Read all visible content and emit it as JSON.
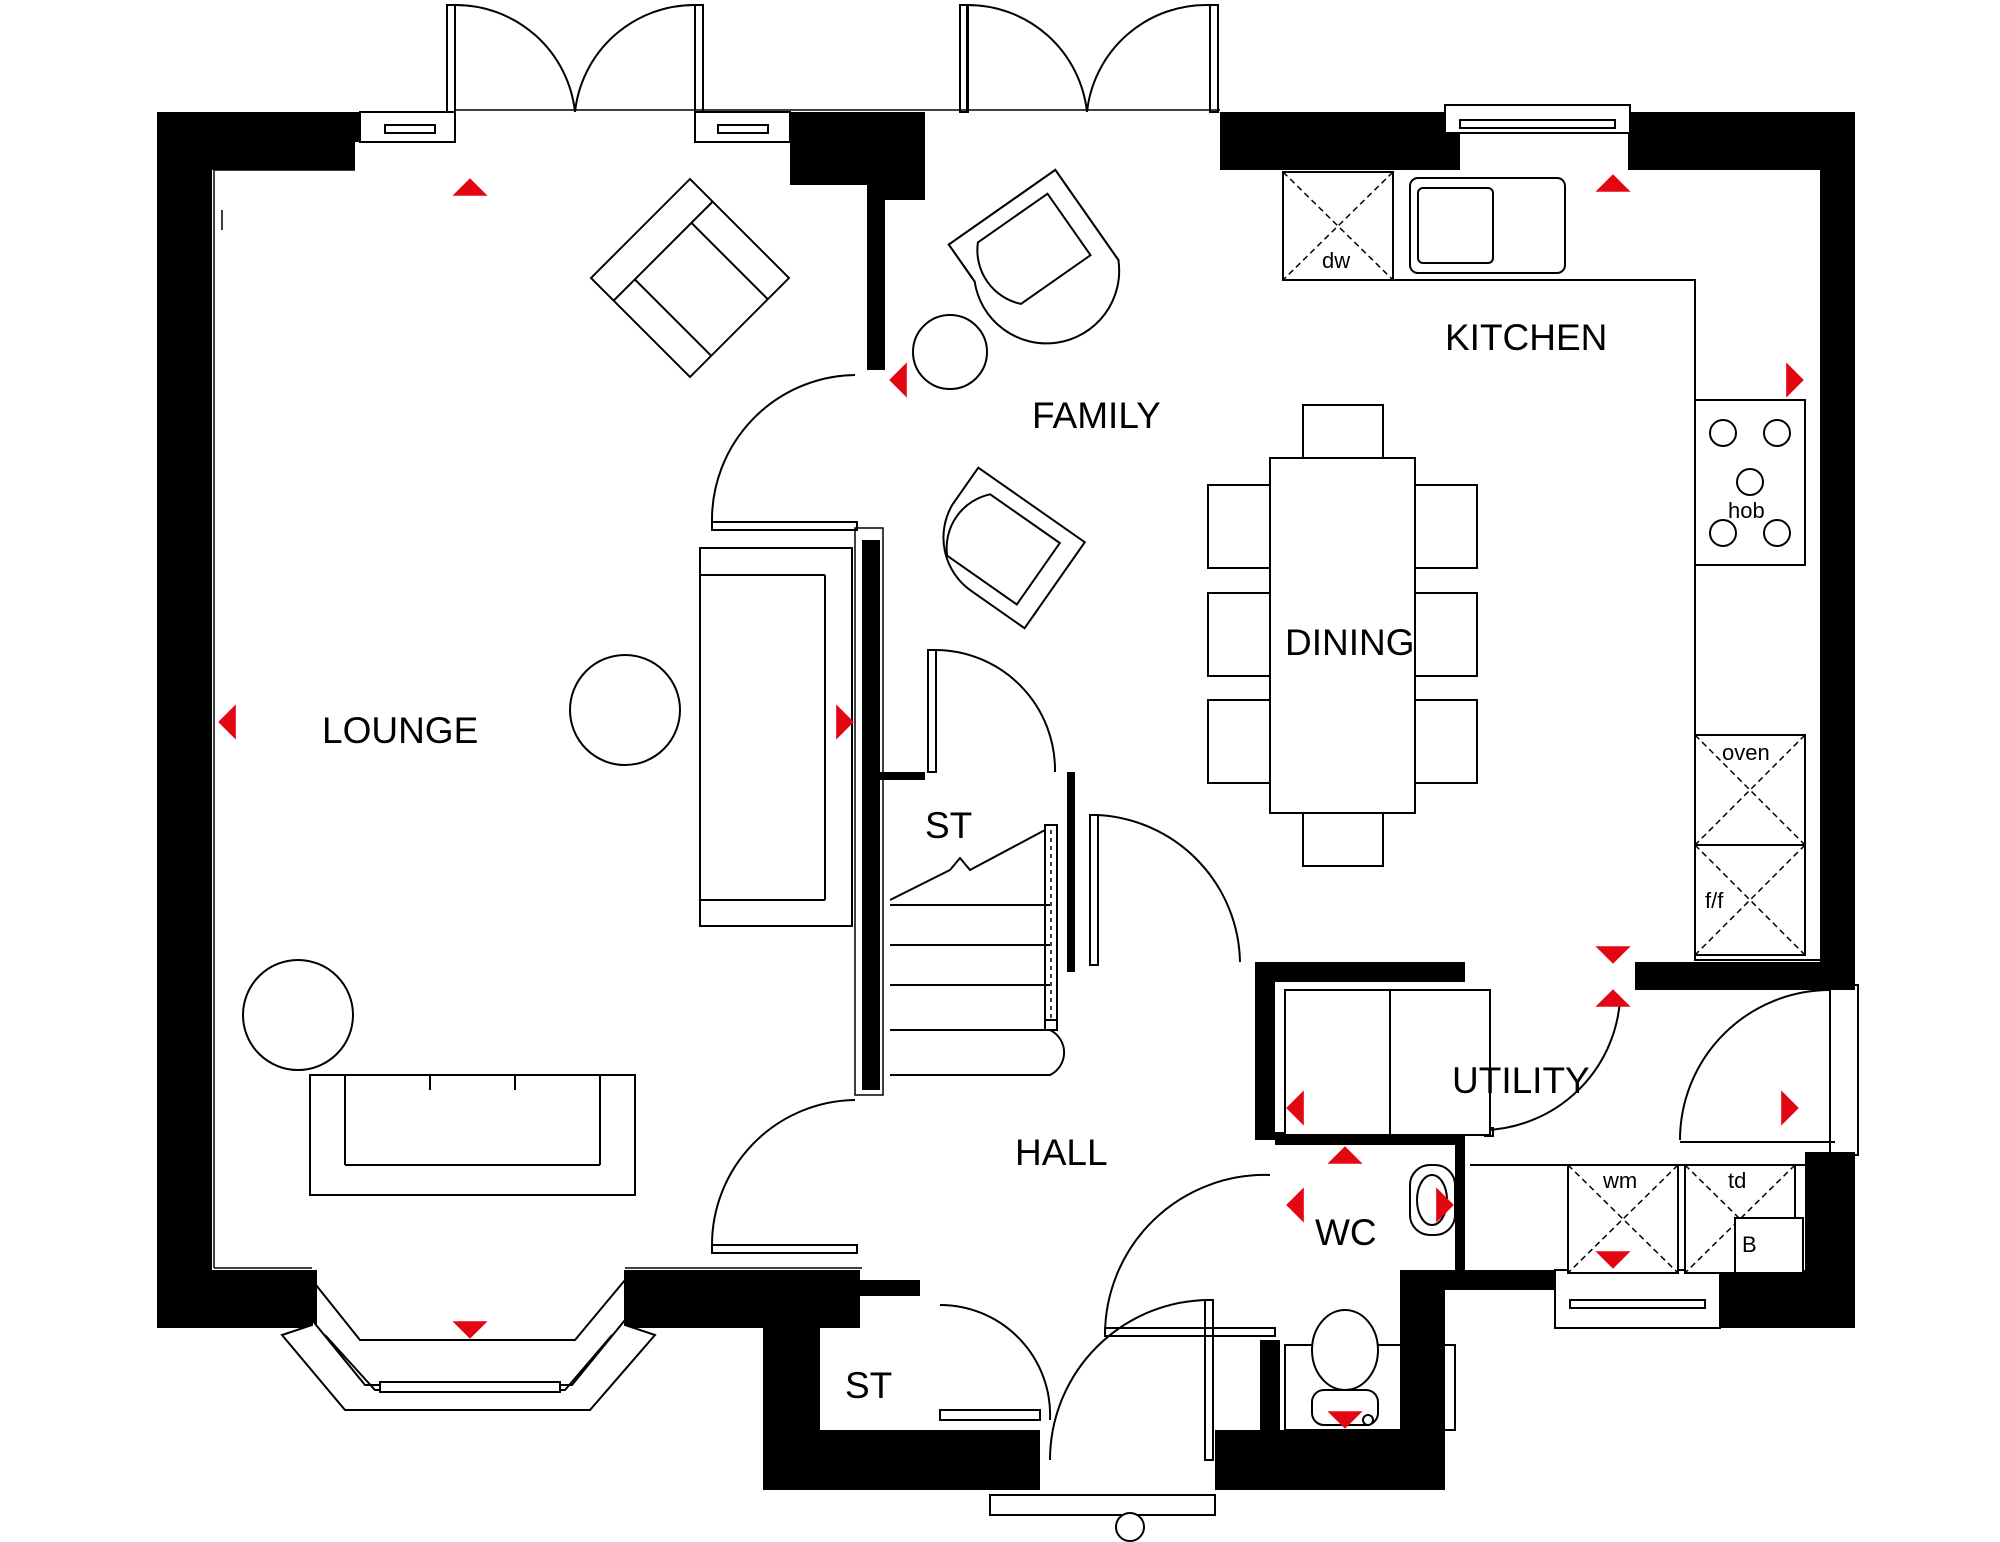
{
  "rooms": {
    "lounge": "LOUNGE",
    "family": "FAMILY",
    "kitchen": "KITCHEN",
    "dining": "DINING",
    "hall": "HALL",
    "utility": "UTILITY",
    "wc": "WC",
    "store_upper": "ST",
    "store_lower": "ST"
  },
  "appliances": {
    "dishwasher": "dw",
    "hob": "hob",
    "oven": "oven",
    "fridge_freezer": "f/f",
    "washing_machine": "wm",
    "tumble_dryer": "td",
    "boiler": "B"
  },
  "colors": {
    "walls": "#000000",
    "markers": "#e30613",
    "background": "#ffffff"
  }
}
